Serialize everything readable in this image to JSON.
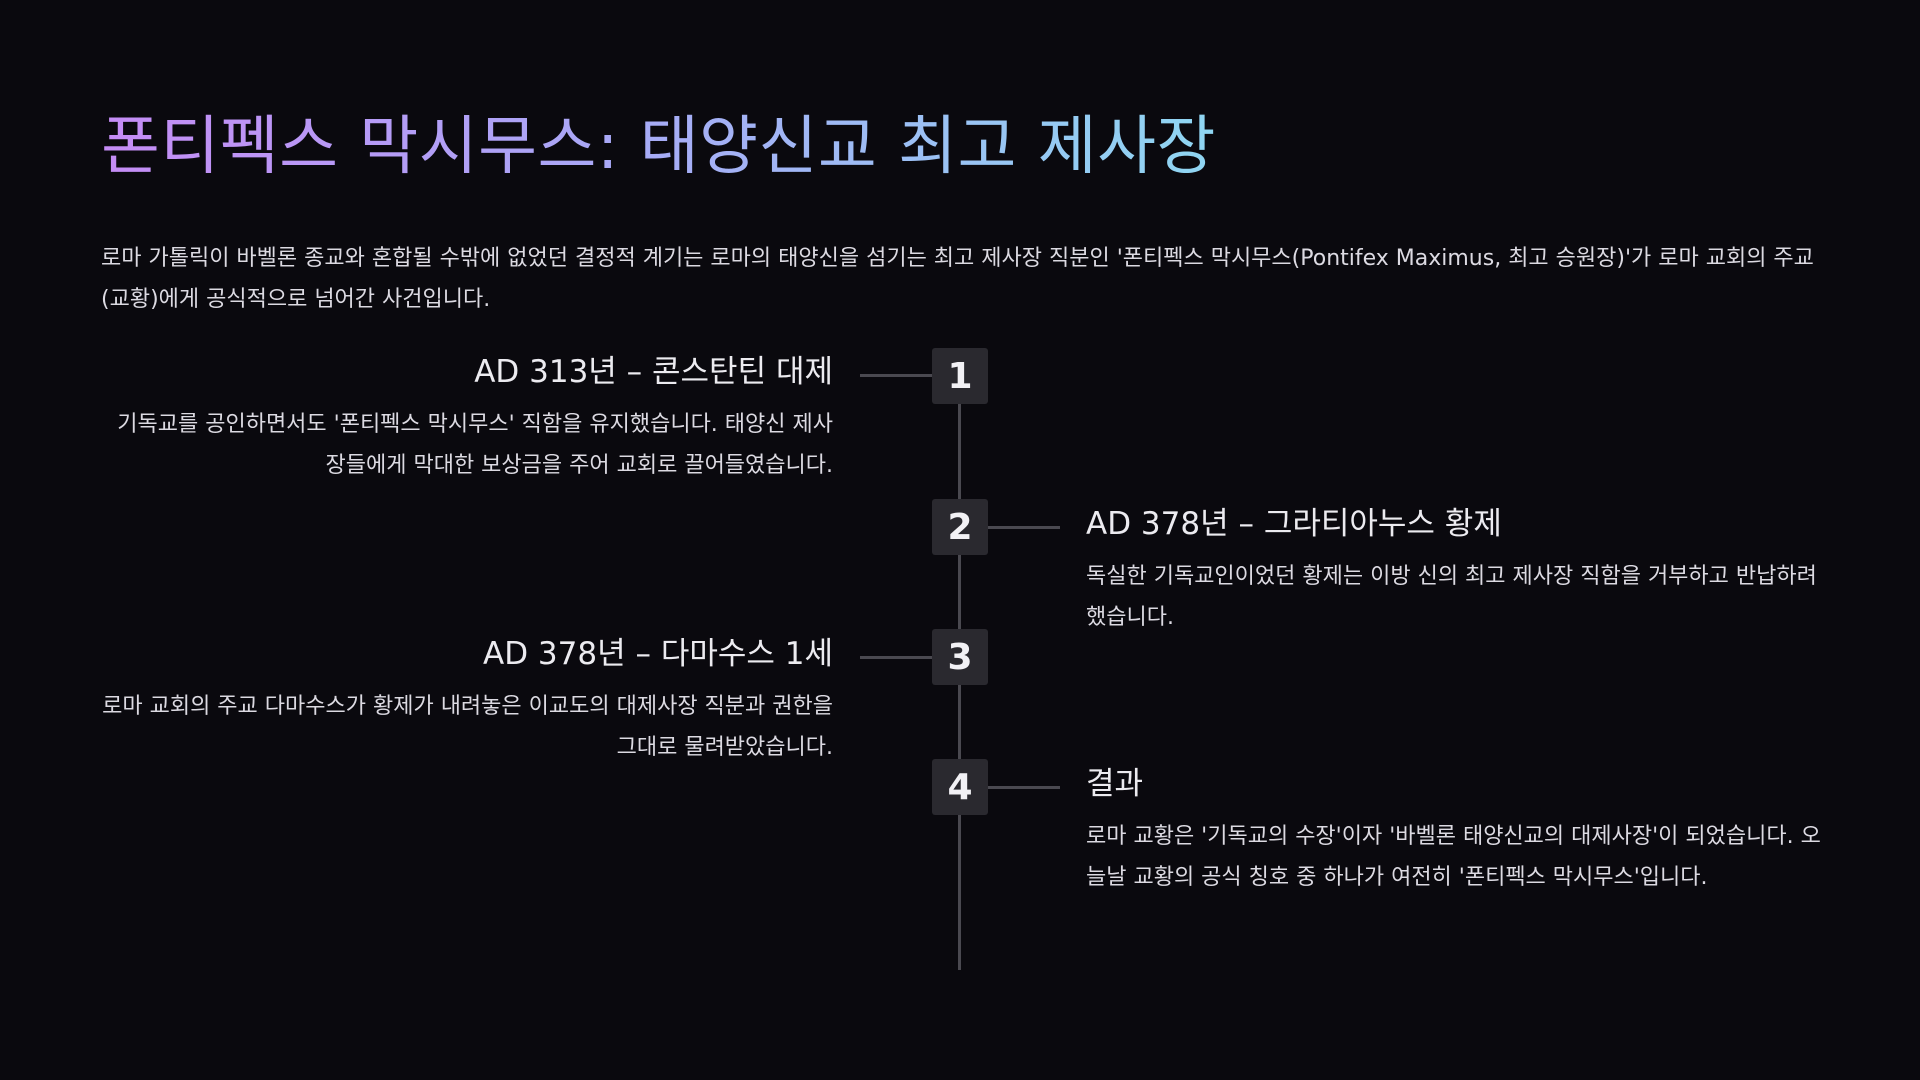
{
  "slide": {
    "title": "폰티펙스 막시무스: 태양신교 최고 제사장",
    "intro": "로마 가톨릭이 바벨론 종교와 혼합될 수밖에 없었던 결정적 계기는 로마의 태양신을 섬기는 최고 제사장 직분인 '폰티펙스 막시무스(Pontifex Maximus, 최고 승원장)'가 로마 교회의 주교(교황)에게 공식적으로 넘어간 사건입니다."
  },
  "timeline": {
    "events": [
      {
        "number": "1",
        "title": "AD 313년 – 콘스탄틴 대제",
        "description": "기독교를 공인하면서도 '폰티펙스 막시무스' 직함을 유지했습니다. 태양신 제사장들에게 막대한 보상금을 주어 교회로 끌어들였습니다."
      },
      {
        "number": "2",
        "title": "AD 378년 – 그라티아누스 황제",
        "description": "독실한 기독교인이었던 황제는 이방 신의 최고 제사장 직함을 거부하고 반납하려 했습니다."
      },
      {
        "number": "3",
        "title": "AD 378년 – 다마수스 1세",
        "description": "로마 교회의 주교 다마수스가 황제가 내려놓은 이교도의 대제사장 직분과 권한을 그대로 물려받았습니다."
      },
      {
        "number": "4",
        "title": "결과",
        "description": "로마 교황은 '기독교의 수장'이자 '바벨론 태양신교의 대제사장'이 되었습니다. 오늘날 교황의 공식 칭호 중 하나가 여전히 '폰티펙스 막시무스'입니다."
      }
    ]
  },
  "colors": {
    "background": "#0a090e",
    "title_gradient_start": "#c58cf5",
    "title_gradient_end": "#8fd6f2",
    "marker_background": "#2a292f",
    "line": "#4a4950"
  }
}
